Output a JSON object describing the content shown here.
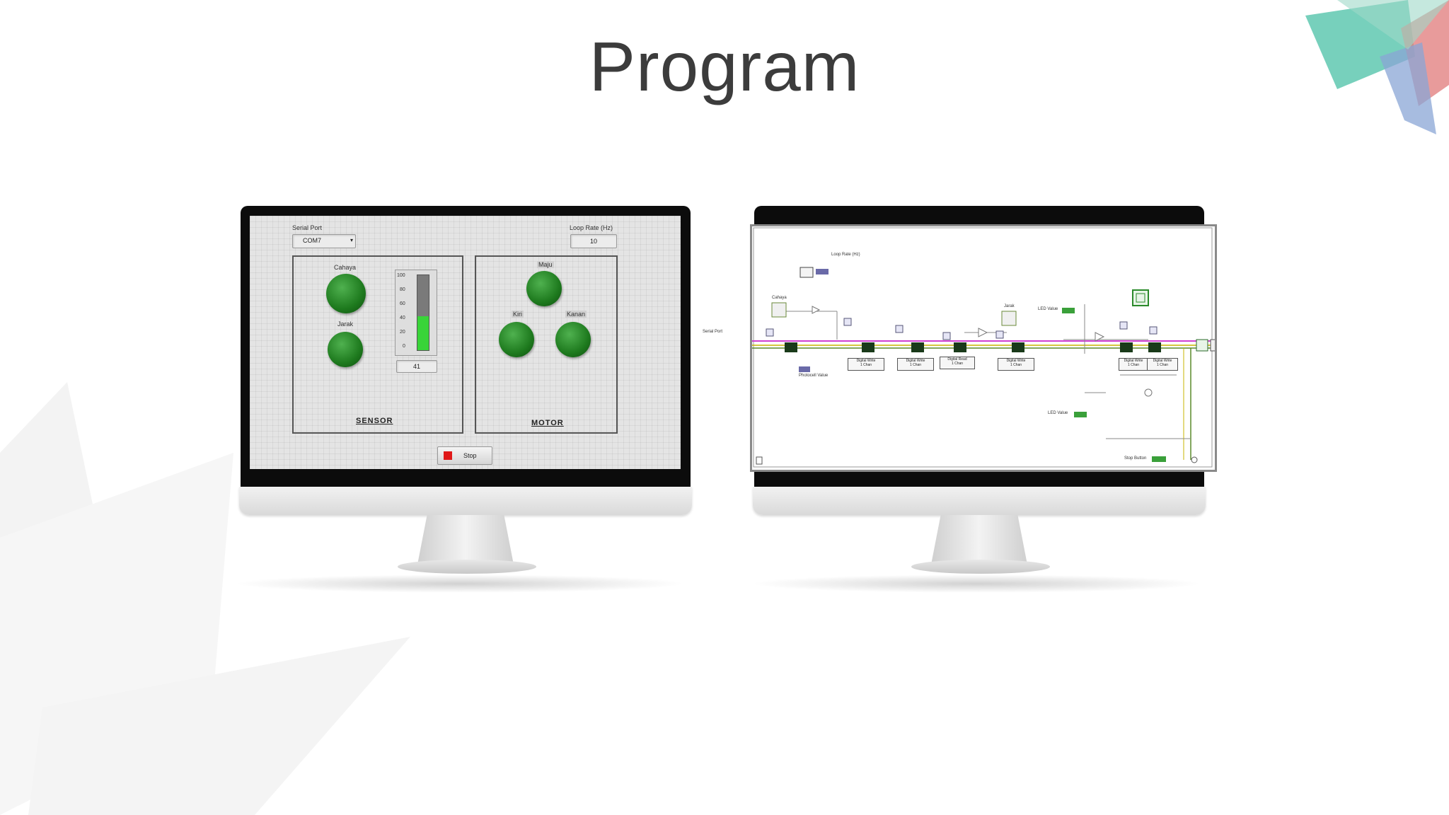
{
  "slide": {
    "title": "Program"
  },
  "colors": {
    "title": "#3c3c3c",
    "led_green": "#1e7a1e",
    "tank_fill": "#39d439",
    "stop_red": "#e01818",
    "wire_pink": "#d040d0",
    "wire_green": "#5a8a2a",
    "wire_yellow": "#c8b400",
    "deco_teal": "#5fc8b0",
    "deco_blue": "#8aa6d6",
    "deco_red": "#e07a7a"
  },
  "front_panel": {
    "serial_port_label": "Serial Port",
    "serial_port_value": "COM7",
    "loop_rate_label": "Loop Rate (Hz)",
    "loop_rate_value": "10",
    "sensor_group": {
      "title": "SENSOR",
      "led_top_label": "Cahaya",
      "led_bottom_label": "Jarak",
      "tank_ticks": [
        "100",
        "80",
        "60",
        "40",
        "20",
        "0"
      ],
      "tank_level_percent": 45,
      "tank_value": "41"
    },
    "motor_group": {
      "title": "MOTOR",
      "led_top_label": "Maju",
      "led_left_label": "Kiri",
      "led_right_label": "Kanan"
    },
    "stop_button_label": "Stop"
  },
  "block_diagram": {
    "loop_rate_label": "Loop Rate (Hz)",
    "serial_port_label": "Serial Port",
    "cahaya_label": "Cahaya",
    "jarak_label": "Jarak",
    "led_value_top_label": "LED Value",
    "led_value_bottom_label": "LED Value",
    "photocell_label": "Photocell Value",
    "stop_button_label": "Stop Button",
    "nodes": [
      "Digital Write\n1 Chan",
      "Digital Write\n1 Chan",
      "Digital Read\n1 Chan",
      "Digital Write\n1 Chan",
      "Digital Write\n1 Chan",
      "Digital Write\n1 Chan"
    ]
  }
}
